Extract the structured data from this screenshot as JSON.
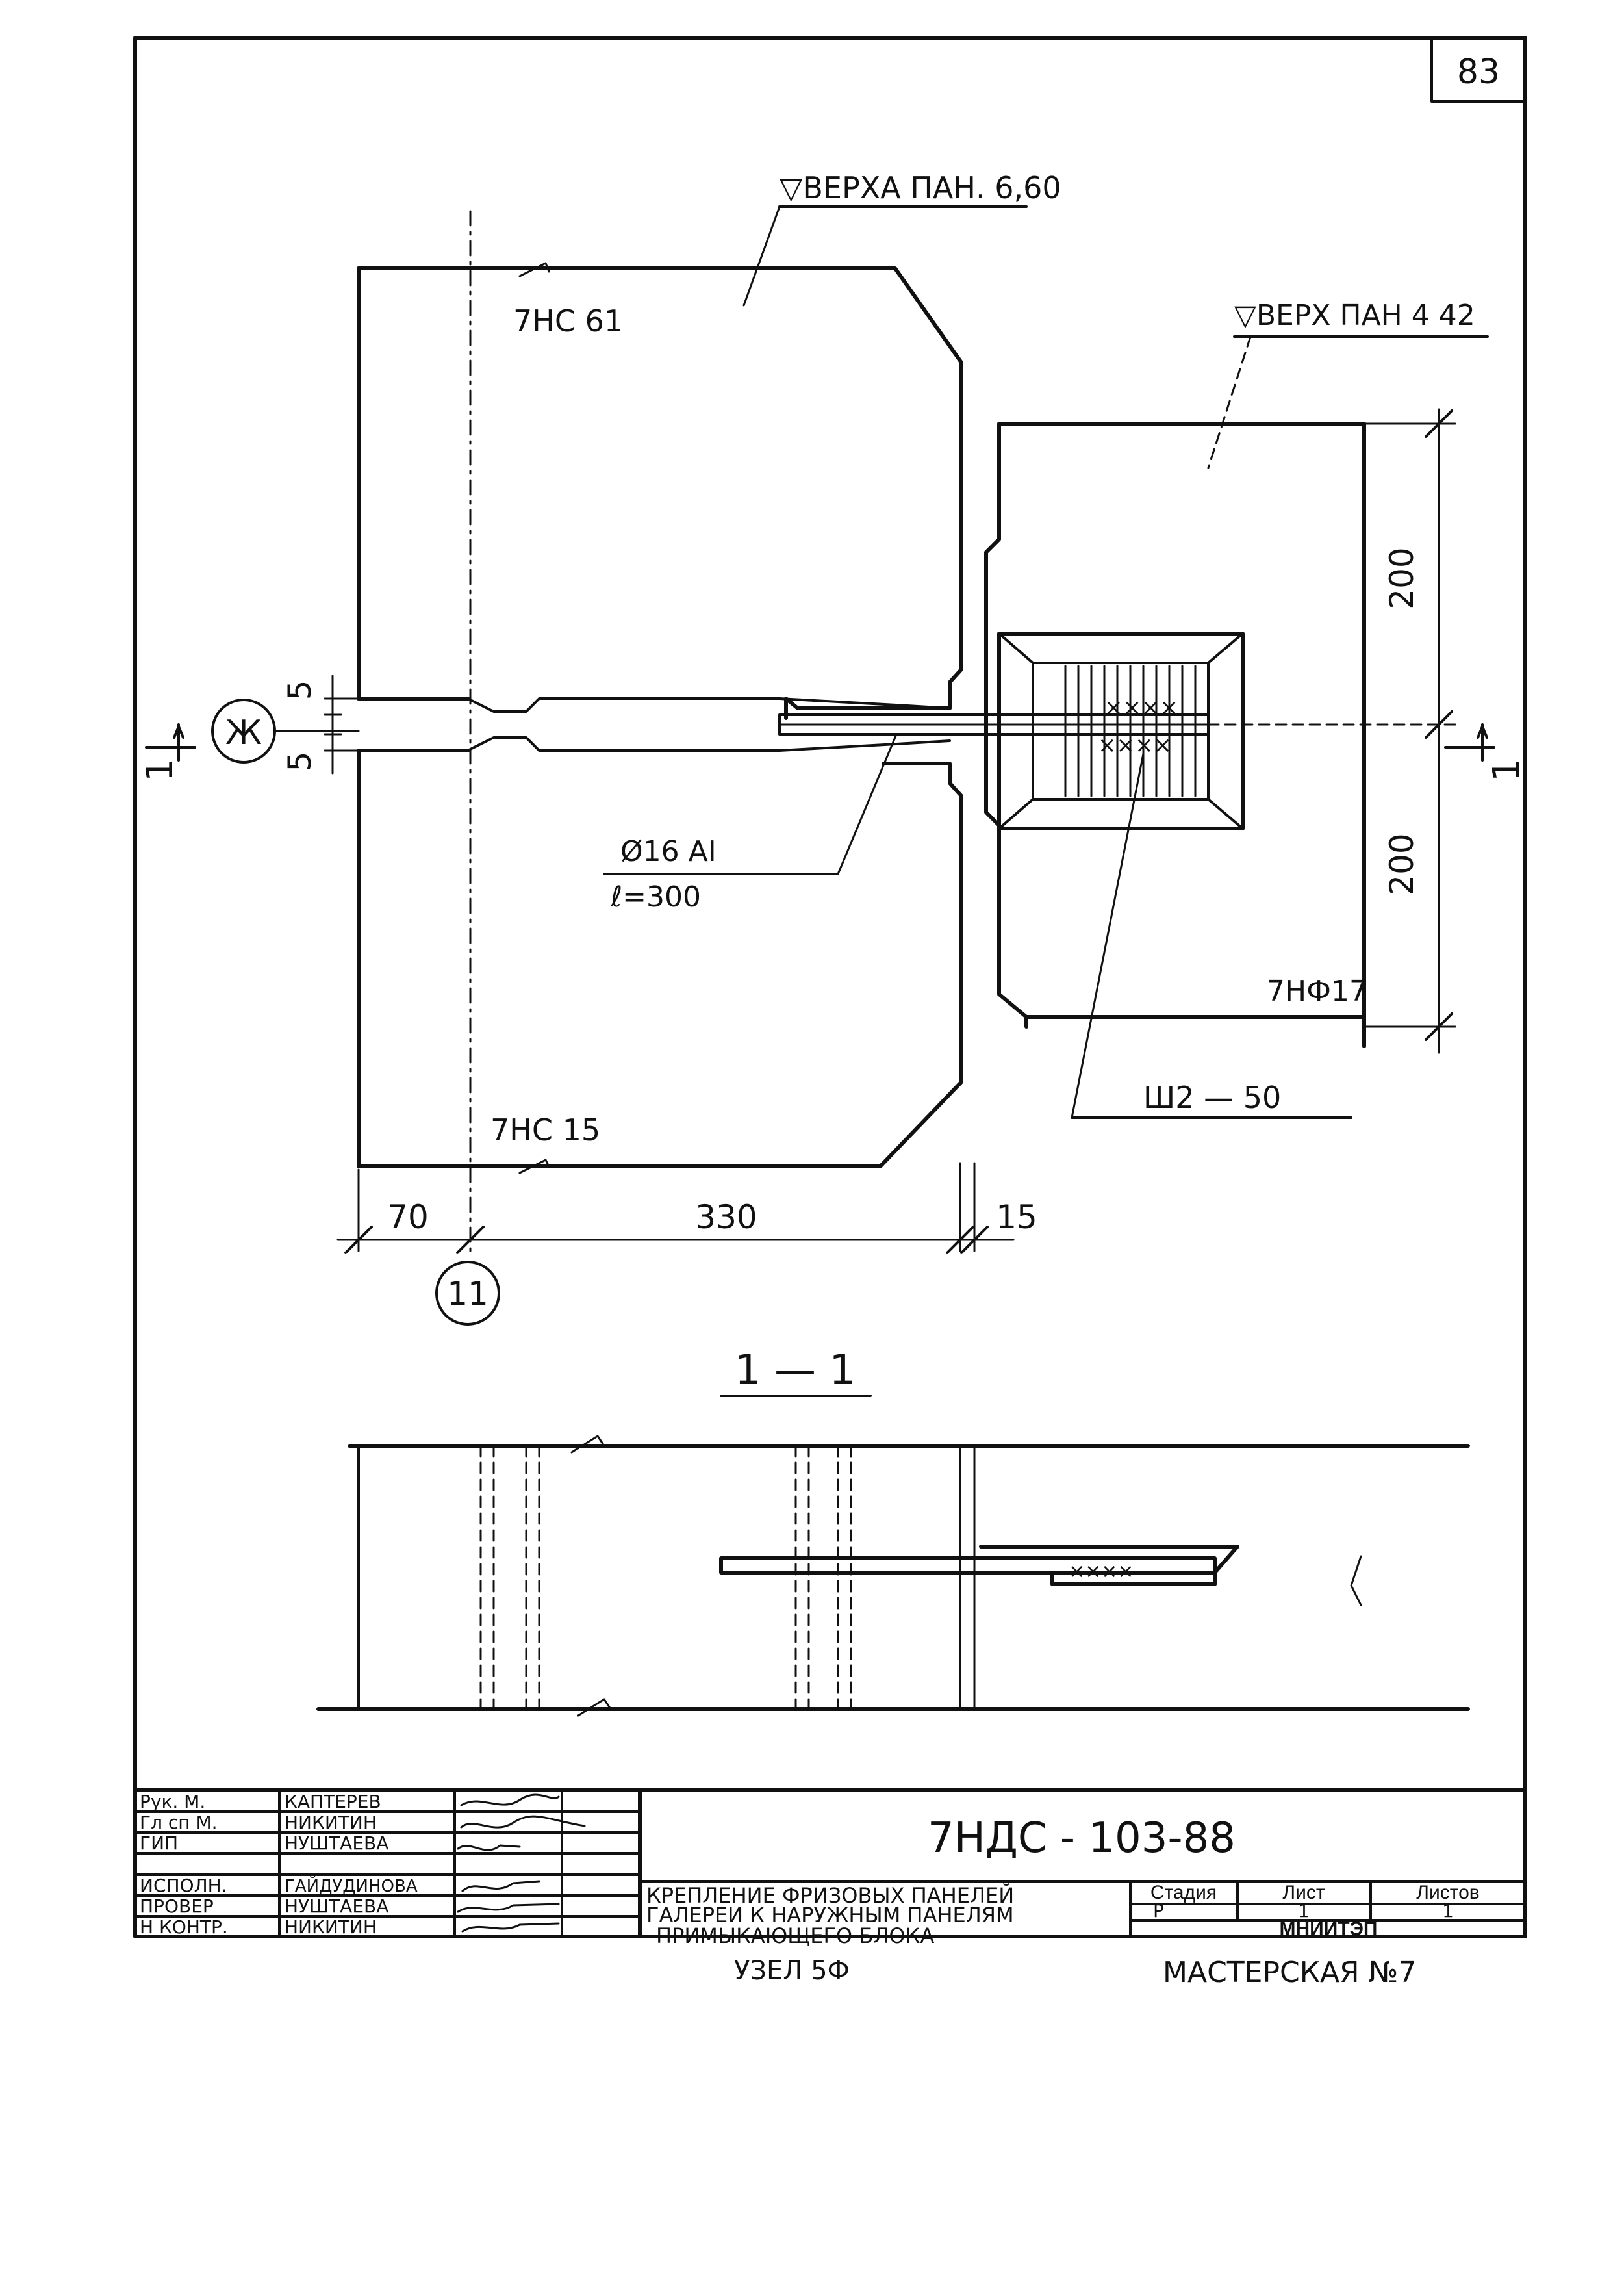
{
  "sheet": {
    "page_number": "83",
    "drawing_code": "7НДС - 103-88",
    "title_lines": [
      "КРЕПЛЕНИЕ ФРИЗОВЫХ ПАНЕЛЕЙ",
      "ГАЛЕРЕИ К НАРУЖНЫМ ПАНЕЛЯМ",
      "ПРИМЫКАЮЩЕГО БЛОКА"
    ],
    "node": "УЗЕЛ 5Ф",
    "organization": "МНИИТЭП",
    "workshop": "МАСТЕРСКАЯ №7"
  },
  "stage_table": {
    "headers": [
      "Стадия",
      "Лист",
      "Листов"
    ],
    "values": [
      "Р",
      "1",
      "1"
    ]
  },
  "signatures": [
    {
      "role": "Рук. М.",
      "name": "КАПТЕРЕВ"
    },
    {
      "role": "Гл сп М.",
      "name": "НИКИТИН"
    },
    {
      "role": "ГИП",
      "name": "НУШТАЕВА"
    },
    {
      "role": "",
      "name": ""
    },
    {
      "role": "ИСПОЛН.",
      "name": "ГАЙДУДИНОВА"
    },
    {
      "role": "ПРОВЕР",
      "name": "НУШТАЕВА"
    },
    {
      "role": "Н КОНТР.",
      "name": "НИКИТИН"
    }
  ],
  "plan": {
    "elev_top": "▽ВЕРХА ПАН. 6,60",
    "elev_right": "▽ВЕРХ ПАН 4 42",
    "panel_top": "7НС 61",
    "panel_bottom": "7НС 15",
    "panel_right": "7НФ17",
    "rebar_line1": "Ø16 АI",
    "rebar_line2": "ℓ=300",
    "weld": "Ш2 — 50",
    "axis_zh": "Ж",
    "axis_11": "11",
    "dim_5_top": "5",
    "dim_5_bottom": "5",
    "dim_200_top": "200",
    "dim_200_bottom": "200",
    "dim_70": "70",
    "dim_330": "330",
    "dim_15": "15",
    "cut_left": "1",
    "cut_right": "1"
  },
  "section": {
    "title": "1 — 1"
  }
}
